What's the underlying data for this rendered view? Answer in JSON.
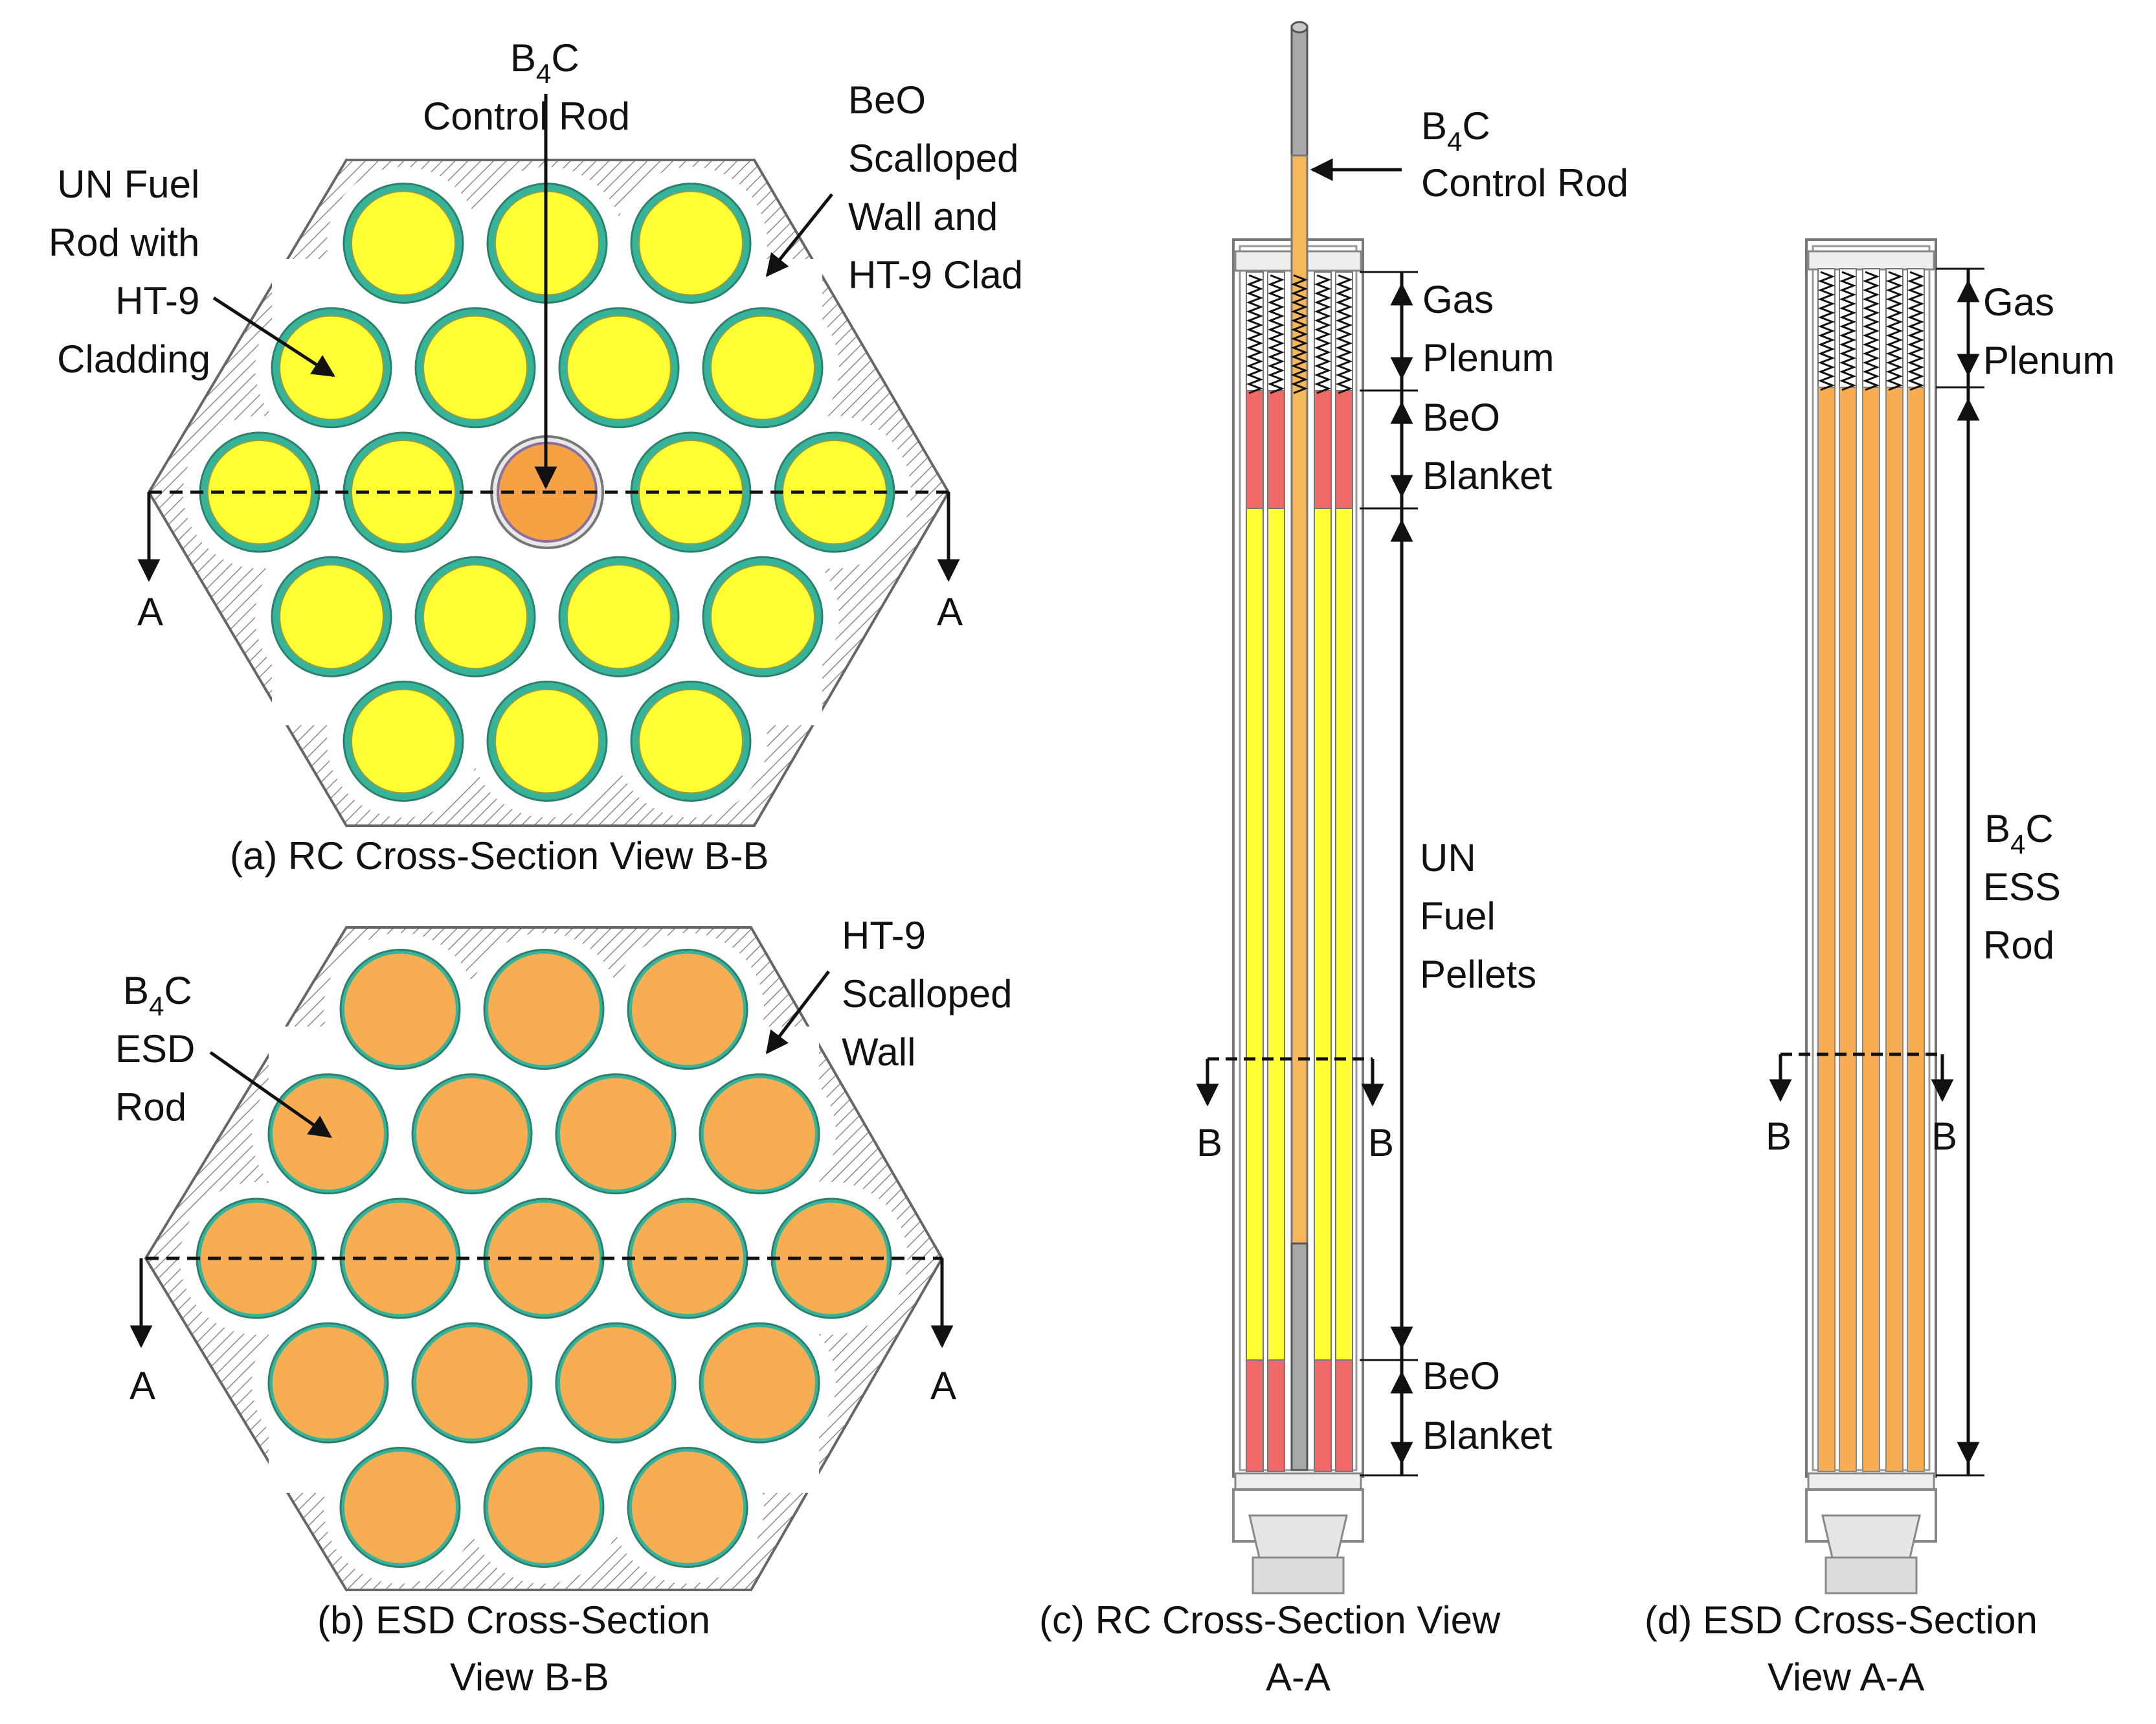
{
  "colors": {
    "fuel": "#ffff33",
    "clad": "#36b49a",
    "rc_absorber": "#f6a244",
    "esd_absorber": "#f8ad53",
    "blanket": "#f06868",
    "hatch": "#888888",
    "background": "#ffffff",
    "line": "#111111"
  },
  "panel_a": {
    "caption": "(a) RC Cross-Section View B-B",
    "b4c_base": "B",
    "b4c_sub": "4",
    "b4c_tail": "C",
    "control_rod": "Control Rod",
    "fuel_label": [
      "UN Fuel",
      "Rod with",
      "HT-9",
      "Cladding"
    ],
    "wall_label": [
      "BeO",
      "Scalloped",
      "Wall and",
      "HT-9 Clad"
    ],
    "section_left": "A",
    "section_right": "A"
  },
  "panel_b": {
    "caption_line1": "(b) ESD Cross-Section",
    "caption_line2": "View B-B",
    "b4c_base": "B",
    "b4c_sub": "4",
    "b4c_tail": "C",
    "rod_lines": [
      "ESD",
      "Rod"
    ],
    "wall_label": [
      "HT-9",
      "Scalloped",
      "Wall"
    ],
    "section_left": "A",
    "section_right": "A"
  },
  "panel_c": {
    "caption_line1": "(c) RC Cross-Section View",
    "caption_line2": "A-A",
    "b4c_base": "B",
    "b4c_sub": "4",
    "b4c_tail": "C",
    "control_rod": "Control Rod",
    "gas_plenum": [
      "Gas",
      "Plenum"
    ],
    "upper_blanket": [
      "BeO",
      "Blanket"
    ],
    "fuel_pellets": [
      "UN",
      "Fuel",
      "Pellets"
    ],
    "lower_blanket": [
      "BeO",
      "Blanket"
    ],
    "section_left": "B",
    "section_right": "B"
  },
  "panel_d": {
    "caption_line1": "(d) ESD Cross-Section",
    "caption_line2": "View A-A",
    "gas_plenum": [
      "Gas",
      "Plenum"
    ],
    "b4c_base": "B",
    "b4c_sub": "4",
    "b4c_tail": "C",
    "ess_rod": [
      "ESS",
      "Rod"
    ],
    "section_left": "B",
    "section_right": "B"
  }
}
